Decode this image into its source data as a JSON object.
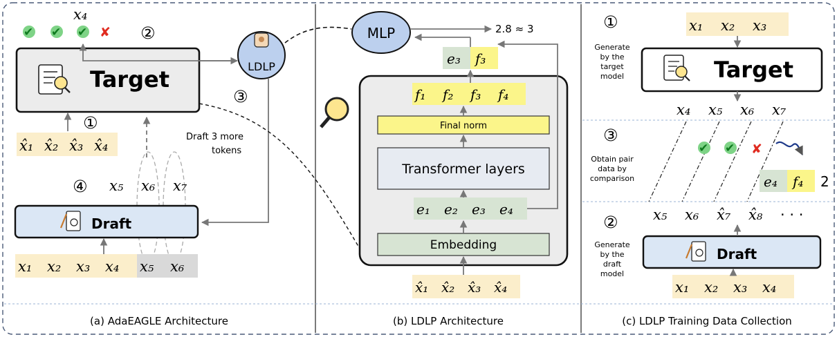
{
  "panels": {
    "a": {
      "caption": "(a) AdaEAGLE Architecture",
      "target_label": "Target",
      "draft_label": "Draft",
      "ldlp_label": "LDLP",
      "step1": "①",
      "step2": "②",
      "step3": "③",
      "step4": "④",
      "draft_more": [
        "Draft 3 more",
        "tokens"
      ],
      "top_token": "x₄",
      "hat_tokens": [
        "x̂₁",
        "x̂₂",
        "x̂₃",
        "x̂₄"
      ],
      "draft_out_tokens": [
        "x₅",
        "x₆",
        "x₇"
      ],
      "bottom_tokens": [
        "x₁",
        "x₂",
        "x₃",
        "x₄"
      ],
      "bottom_gray_tokens": [
        "x₅",
        "x₆"
      ],
      "checks": [
        "✔",
        "✔",
        "✔",
        "✘"
      ]
    },
    "b": {
      "caption": "(b) LDLP Architecture",
      "mlp_label": "MLP",
      "mlp_output": "2.8 ≈ 3",
      "e3": "e₃",
      "f3": "f₃",
      "f_tokens": [
        "f₁",
        "f₂",
        "f₃",
        "f₄"
      ],
      "final_norm": "Final norm",
      "transformer": "Transformer layers",
      "e_tokens": [
        "e₁",
        "e₂",
        "e₃",
        "e₄"
      ],
      "embedding": "Embedding",
      "hat_tokens": [
        "x̂₁",
        "x̂₂",
        "x̂₃",
        "x̂₄"
      ]
    },
    "c": {
      "caption": "(c) LDLP Training Data Collection",
      "step1": "①",
      "step2": "②",
      "step3": "③",
      "gen_target": [
        "Generate",
        "by the",
        "target",
        "model"
      ],
      "obtain": [
        "Obtain pair",
        "data by",
        "comparison"
      ],
      "gen_draft": [
        "Generate",
        "by the",
        "draft",
        "model"
      ],
      "target_label": "Target",
      "draft_label": "Draft",
      "top_tokens": [
        "x₁",
        "x₂",
        "x₃"
      ],
      "target_out": [
        "x₄",
        "x₅",
        "x₆",
        "x₇"
      ],
      "e4": "e₄",
      "f4": "f₄",
      "pair_value": "2",
      "draft_out": [
        "x₅",
        "x₆",
        "x̂₇",
        "x̂₈",
        "· · ·"
      ],
      "bottom_tokens": [
        "x₁",
        "x₂",
        "x₃",
        "x₄"
      ],
      "checks": [
        "✔",
        "✔",
        "✘"
      ]
    }
  },
  "colors": {
    "yellow_token": "#fbeecb",
    "yellow_hl": "#fbf58a",
    "green_token": "#d7e4d3",
    "gray_token": "#d9d9d9",
    "target_box": "#ececec",
    "draft_box": "#dbe7f5",
    "ldlp_circle": "#bcd0ee",
    "check_green": "#2faa3b",
    "cross_red": "#e02b20",
    "outer_border": "#4a5a78",
    "divider": "#9ab3d6"
  }
}
